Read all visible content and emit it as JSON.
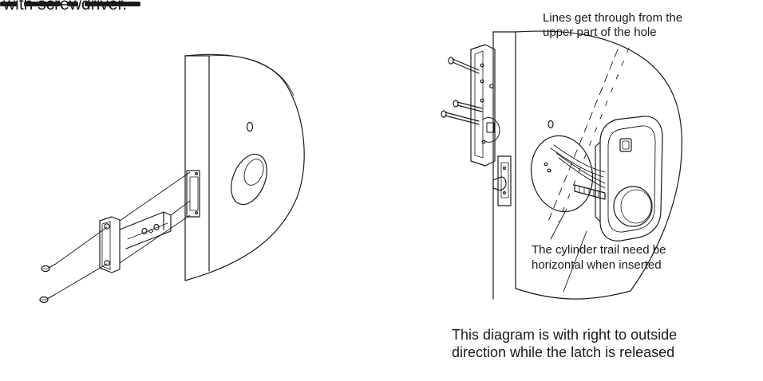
{
  "intro": {
    "line": "with screwdriver."
  },
  "notes": {
    "lines_line1": "Lines get through from the",
    "lines_line2": "upper part of  the hole",
    "cylinder_line1": "The cylinder trail need be",
    "cylinder_line2": "horizontal when inserted",
    "direction_line1": "This diagram is with right to outside",
    "direction_line2": "direction while the latch is released"
  },
  "colors": {
    "ink": "#1a1a1a",
    "background": "#ffffff"
  }
}
